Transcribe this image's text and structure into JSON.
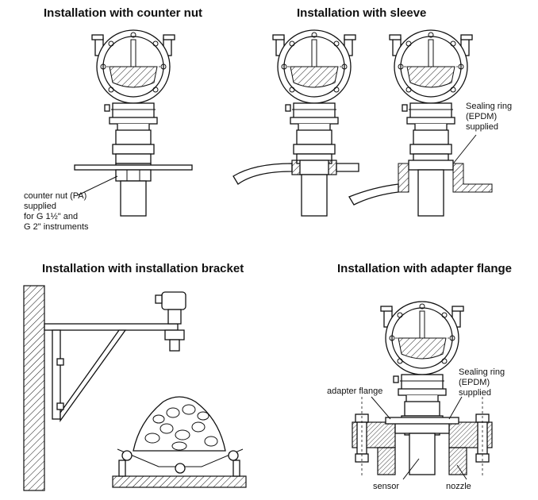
{
  "titles": {
    "counter_nut": "Installation with counter nut",
    "sleeve": "Installation with sleeve",
    "bracket": "Installation with installation bracket",
    "adapter_flange": "Installation with adapter flange"
  },
  "labels": {
    "counter_nut_line1": "counter nut (PA)",
    "counter_nut_line2": "supplied",
    "counter_nut_line3": "for G 1½\" and",
    "counter_nut_line4": "G 2\" instruments",
    "seal_a_line1": "Sealing ring",
    "seal_a_line2": "(EPDM)",
    "seal_a_line3": "supplied",
    "seal_b_line1": "Sealing ring",
    "seal_b_line2": "(EPDM)",
    "seal_b_line3": "supplied",
    "adapter_flange": "adapter flange",
    "sensor": "sensor",
    "nozzle": "nozzle"
  }
}
